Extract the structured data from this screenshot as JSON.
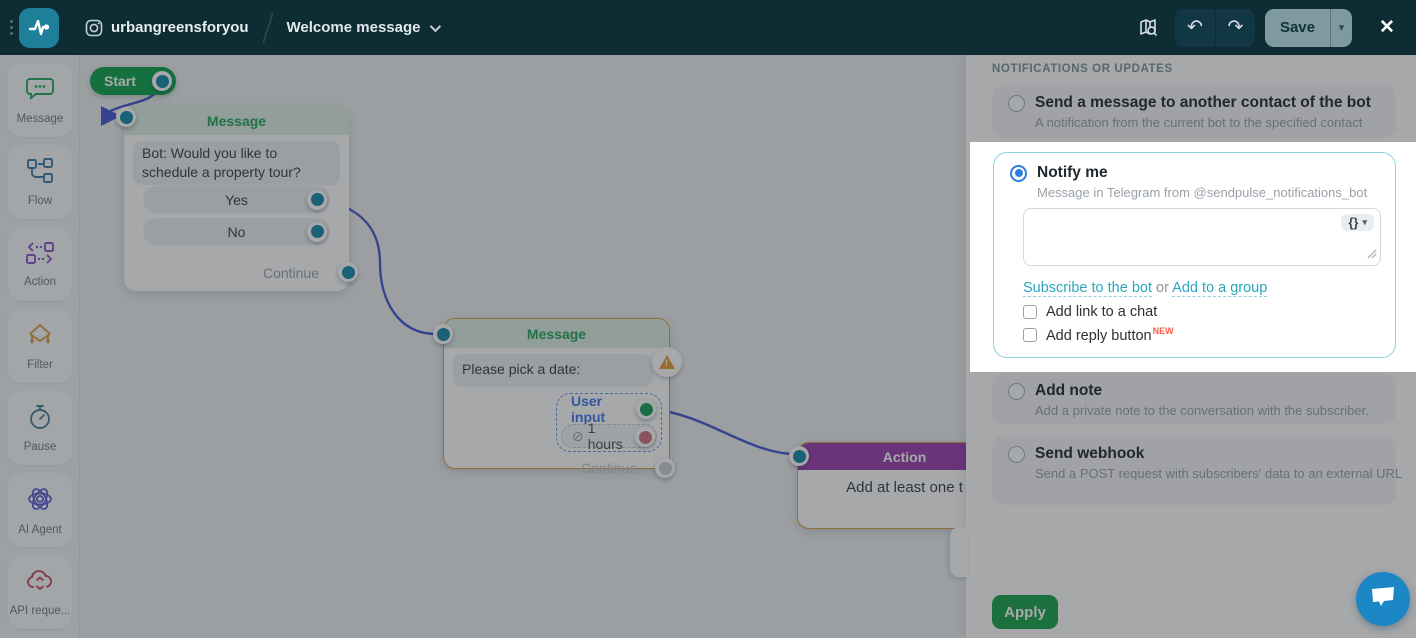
{
  "header": {
    "bot_name": "urbangreensforyou",
    "flow_name": "Welcome message",
    "save_label": "Save"
  },
  "sidebar": {
    "items": [
      {
        "label": "Message"
      },
      {
        "label": "Flow"
      },
      {
        "label": "Action"
      },
      {
        "label": "Filter"
      },
      {
        "label": "Pause"
      },
      {
        "label": "AI Agent"
      },
      {
        "label": "API reque..."
      }
    ]
  },
  "canvas": {
    "start_label": "Start",
    "message_node_1": {
      "header": "Message",
      "text_line_1": "Bot: Would you like to",
      "text_line_2": "schedule a property tour?",
      "button_yes": "Yes",
      "button_no": "No",
      "continue_label": "Continue"
    },
    "message_node_2": {
      "header": "Message",
      "text": "Please pick a date:",
      "user_input_label": "User input",
      "timeout_label": "1 hours",
      "continue_label": "Continue"
    },
    "action_node": {
      "header": "Action",
      "text": "Add at least one t"
    }
  },
  "panel": {
    "section_title": "NOTIFICATIONS OR UPDATES",
    "options": [
      {
        "title": "Send a message to another contact of the bot",
        "description": "A notification from the current bot to the specified contact",
        "selected": false
      },
      {
        "title": "Notify me",
        "description": "Message in Telegram from @sendpulse_notifications_bot",
        "selected": true
      },
      {
        "title": "Add note",
        "description": "Add a private note to the conversation with the subscriber.",
        "selected": false
      },
      {
        "title": "Send webhook",
        "description": "Send a POST request with subscribers' data to an external URL",
        "selected": false
      }
    ],
    "notify_form": {
      "textarea_value": "",
      "variables_button": "{}",
      "subscribe_link": "Subscribe to the bot",
      "or_text": "or",
      "group_link": "Add to a group",
      "add_link_checkbox": "Add link to a chat",
      "add_reply_checkbox": "Add reply button",
      "new_badge": "NEW"
    },
    "apply_label": "Apply"
  },
  "colors": {
    "topbar_bg": "#0d2c34",
    "accent_teal": "#1589a8",
    "link_teal": "#2aa7bf",
    "success_green": "#18a24b",
    "start_green": "#0ca24e",
    "warning_orange": "#d9a03c",
    "action_purple": "#9b3fae",
    "connection_blue": "#4557d0",
    "radio_checked_blue": "#2e7ce0",
    "new_badge_red": "#ff5c47",
    "chat_fab_blue": "#1b87c4"
  }
}
